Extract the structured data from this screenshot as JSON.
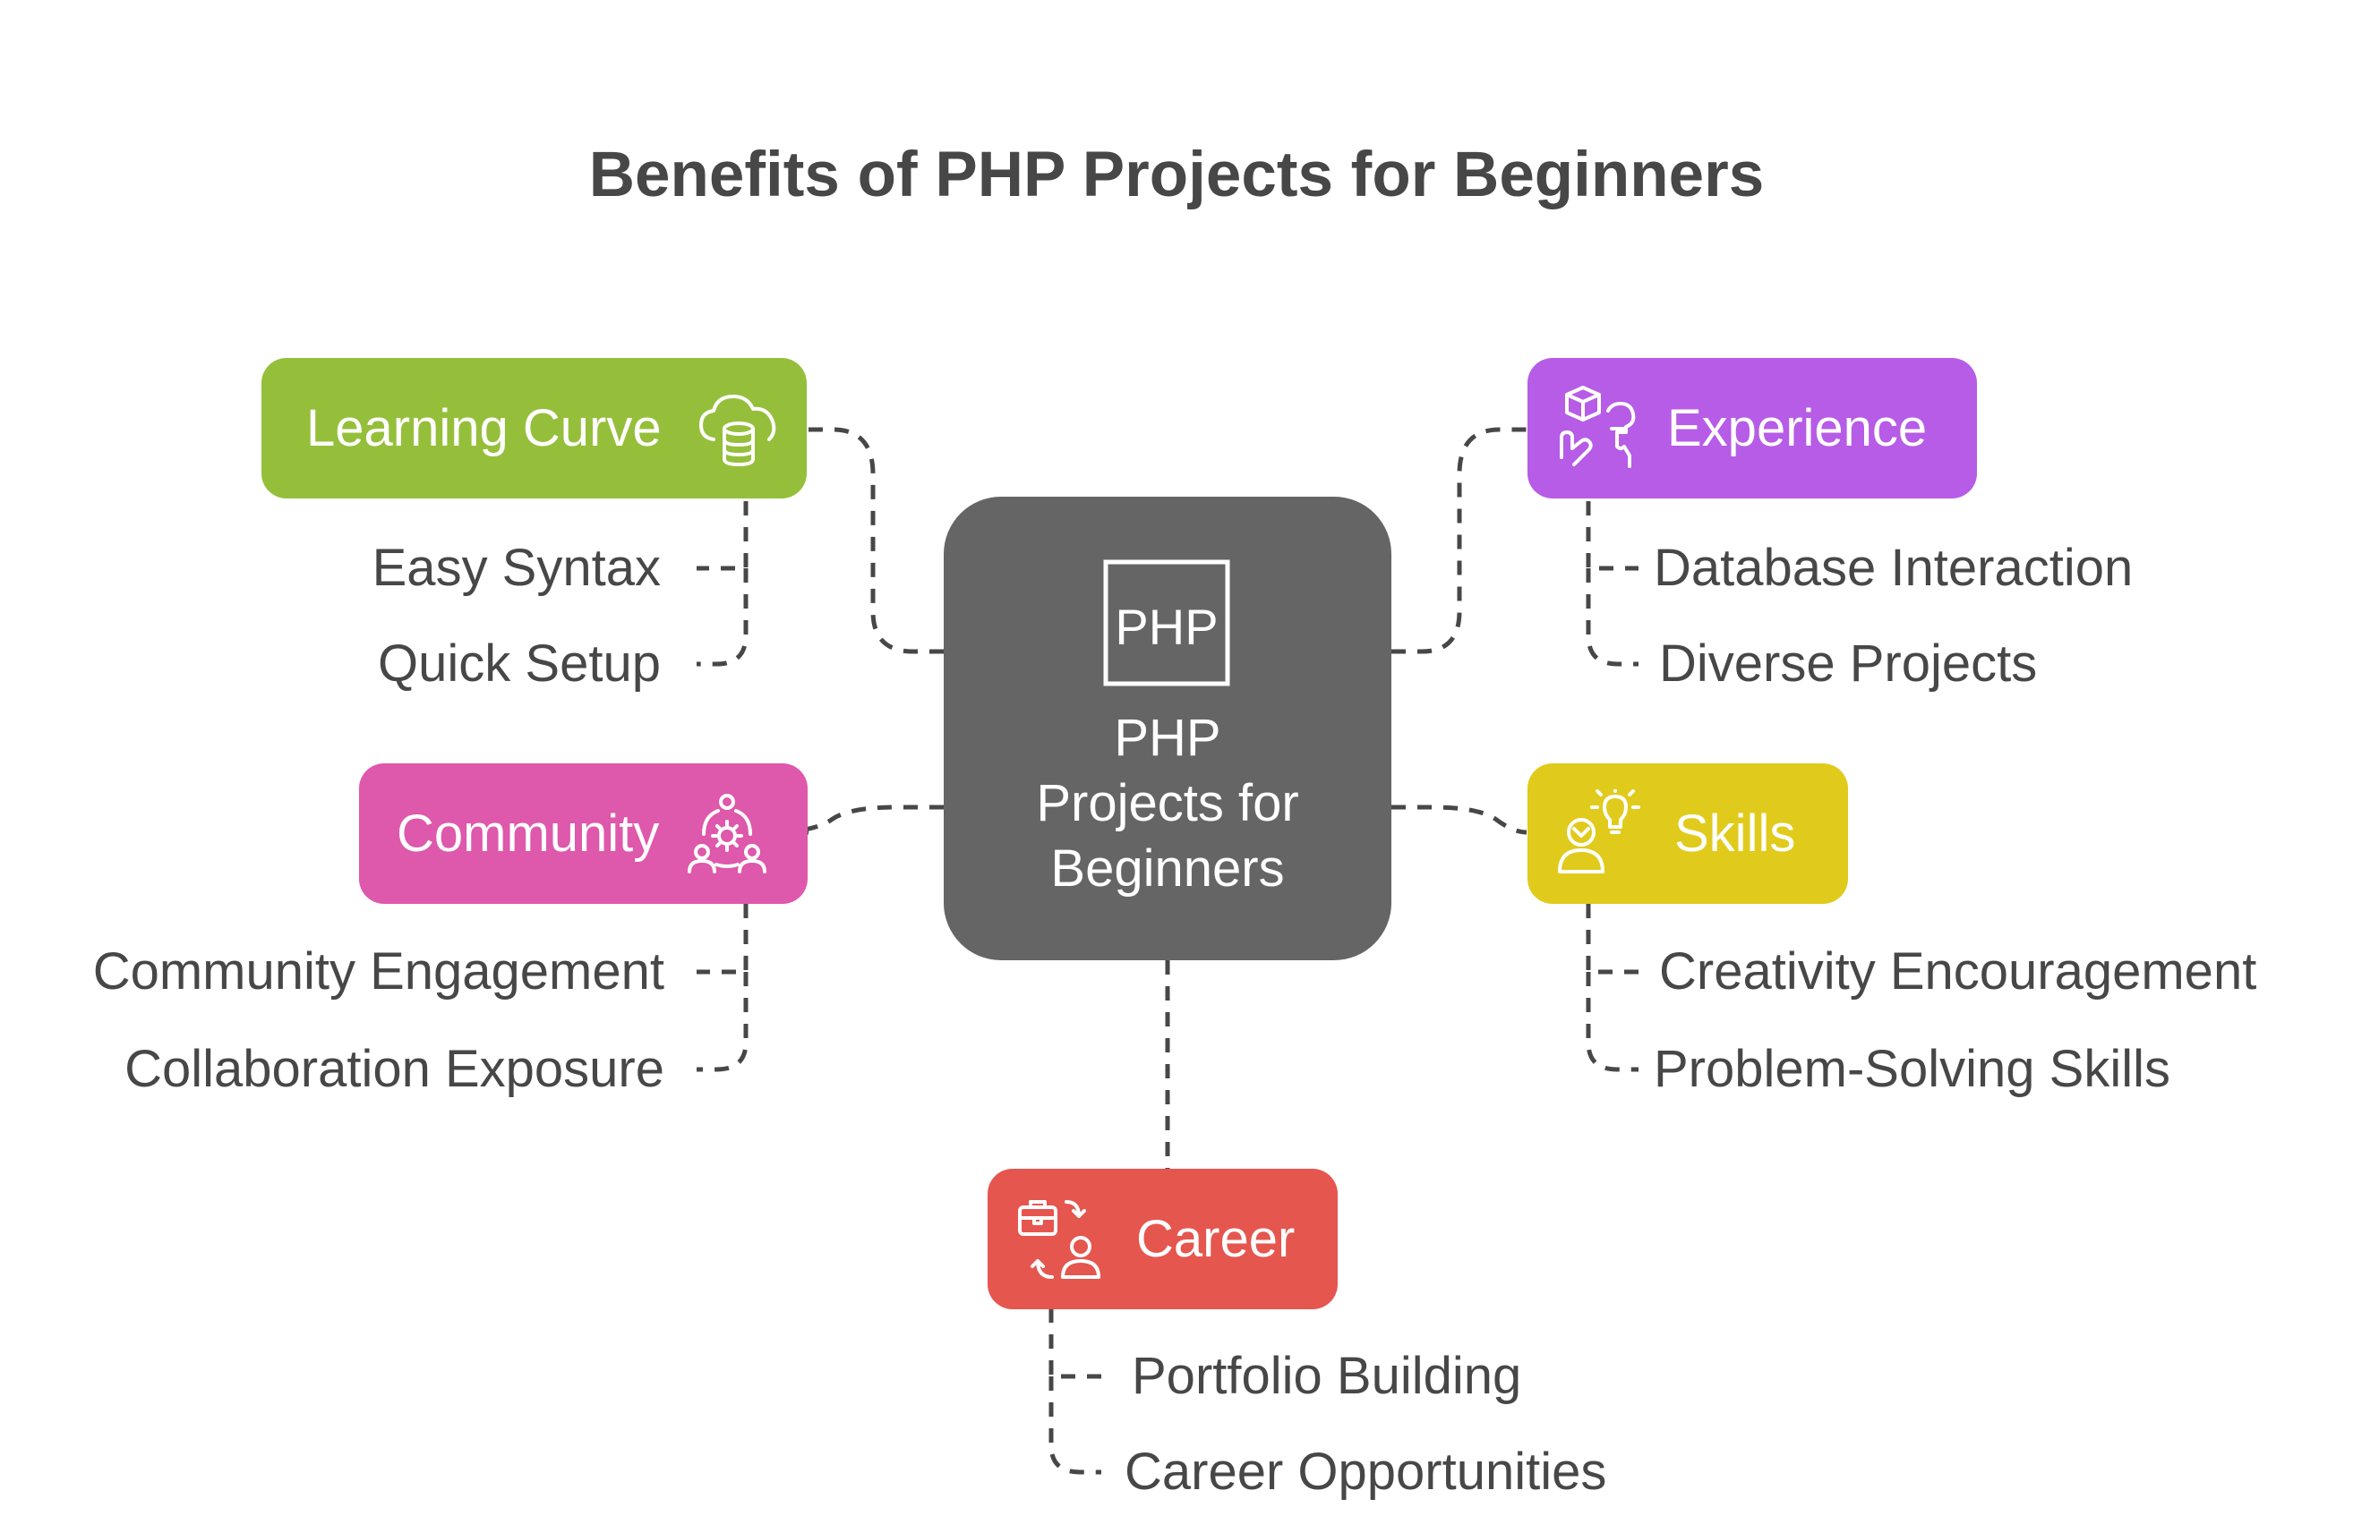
{
  "title": "Benefits of PHP Projects for Beginners",
  "center": {
    "icon_text": "PHP",
    "label_lines": [
      "PHP",
      "Projects for",
      "Beginners"
    ]
  },
  "branches": {
    "learning_curve": {
      "label": "Learning Curve",
      "icon": "coins-cloud-icon",
      "color": "#95BF3B",
      "items": [
        "Easy Syntax",
        "Quick Setup"
      ]
    },
    "community": {
      "label": "Community",
      "icon": "community-people-icon",
      "color": "#DE58AB",
      "items": [
        "Community Engagement",
        "Collaboration Exposure"
      ]
    },
    "experience": {
      "label": "Experience",
      "icon": "hand-box-icon",
      "color": "#B65CE6",
      "items": [
        "Database Interaction",
        "Diverse Projects"
      ]
    },
    "skills": {
      "label": "Skills",
      "icon": "person-lightbulb-icon",
      "color": "#E0CB1C",
      "items": [
        "Creativity Encouragement",
        "Problem-Solving Skills"
      ]
    },
    "career": {
      "label": "Career",
      "icon": "briefcase-person-icon",
      "color": "#E5564F",
      "items": [
        "Portfolio Building",
        "Career Opportunities"
      ]
    }
  },
  "colors": {
    "center": "#656565",
    "text": "#474747",
    "connector": "#474747"
  }
}
